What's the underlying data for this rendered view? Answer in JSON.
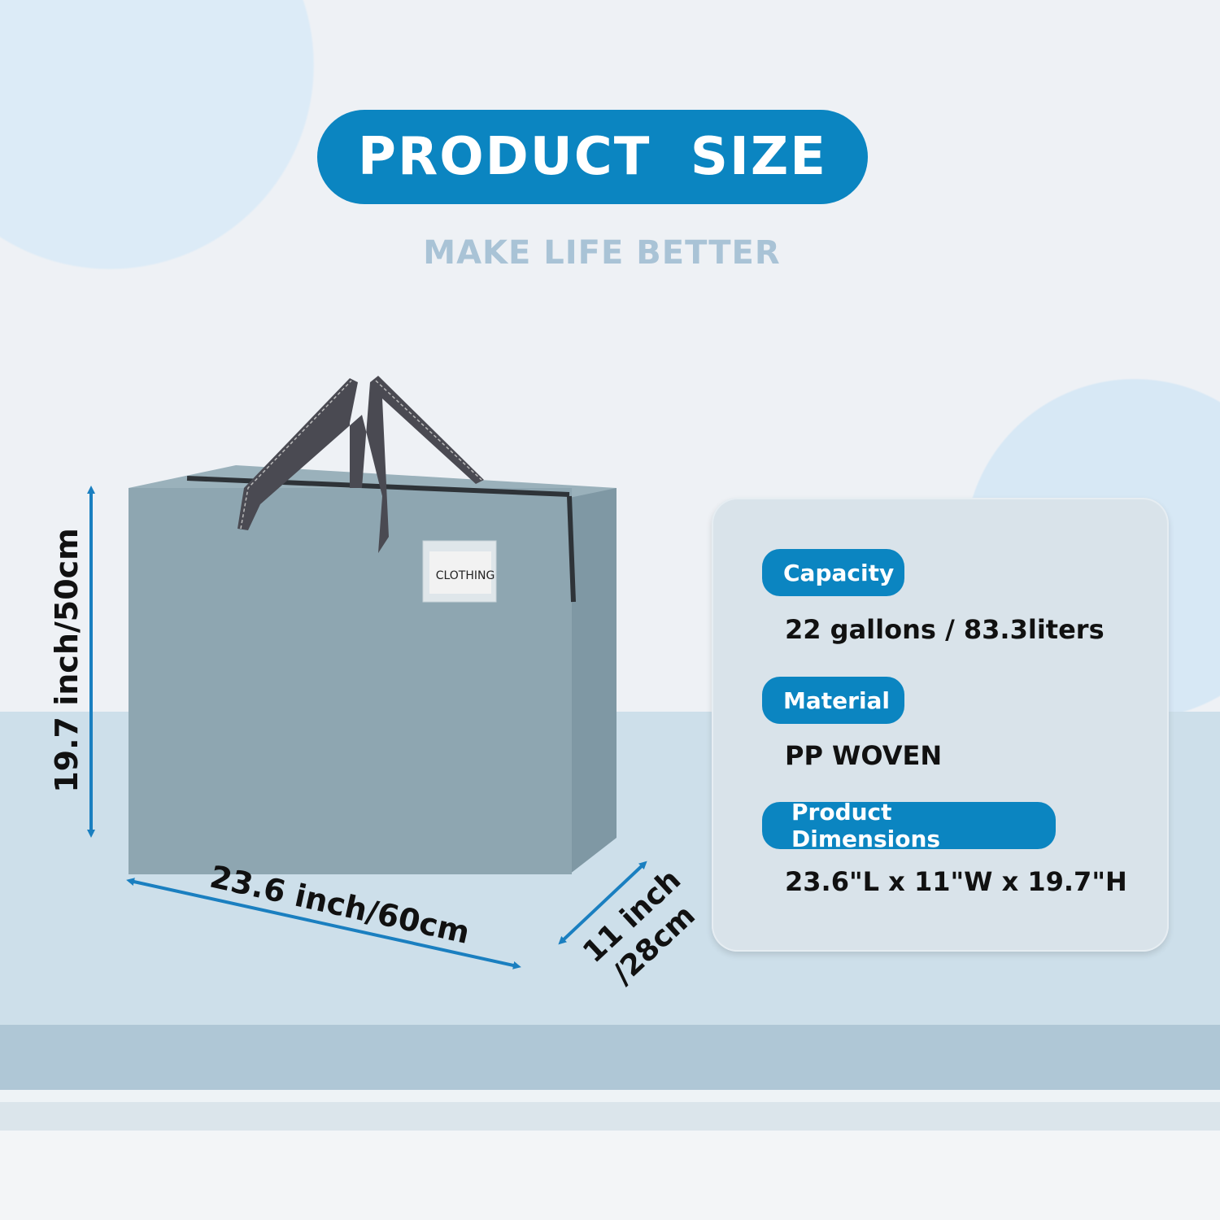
{
  "header": {
    "title": "PRODUCT  SIZE",
    "subtitle": "MAKE LIFE BETTER"
  },
  "product": {
    "label_tag": "CLOTHING",
    "color": "#8ea6b1"
  },
  "dimensions": {
    "height": "19.7 inch/50cm",
    "length": "23.6 inch/60cm",
    "width_line1": "11 inch",
    "width_line2": "/28cm"
  },
  "specs": [
    {
      "label": "Capacity",
      "value": "22 gallons / 83.3liters"
    },
    {
      "label": "Material",
      "value": "PP WOVEN"
    },
    {
      "label": "Product Dimensions",
      "value": "23.6\"L x 11\"W x 19.7\"H"
    }
  ],
  "colors": {
    "accent": "#0b85c1",
    "arrow": "#1a7fc0"
  }
}
